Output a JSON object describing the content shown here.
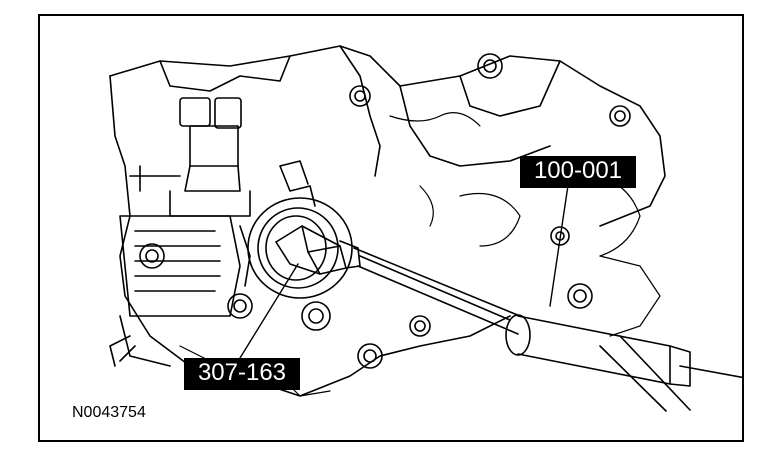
{
  "callouts": {
    "tool_a": "100-001",
    "tool_b": "307-163"
  },
  "figure_id": "N0043754",
  "colors": {
    "ink": "#000000",
    "paper": "#ffffff",
    "callout_bg": "#000000",
    "callout_text": "#ffffff"
  }
}
